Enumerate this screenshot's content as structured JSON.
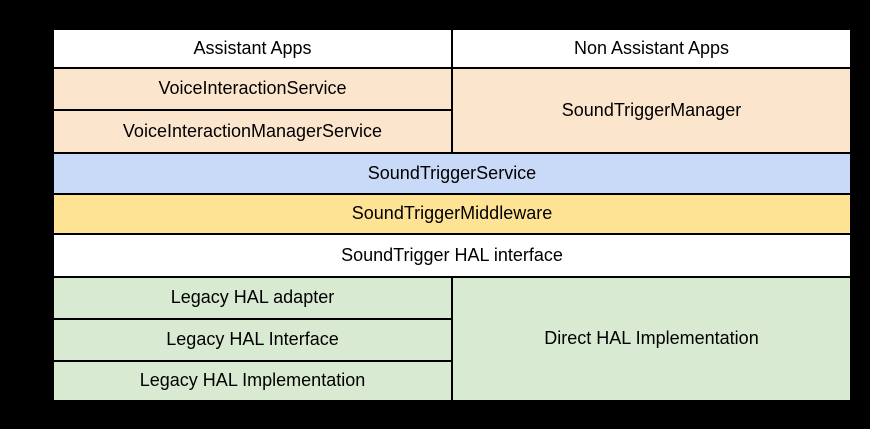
{
  "page": {
    "background": "#000000",
    "border_color": "#000000",
    "text_color": "#000000"
  },
  "diagram": {
    "cells": [
      {
        "id": "assistant-apps",
        "label": "Assistant Apps",
        "fill": "#FFFFFF"
      },
      {
        "id": "non-assistant-apps",
        "label": "Non Assistant Apps",
        "fill": "#FFFFFF"
      },
      {
        "id": "voice-interaction-service",
        "label": "VoiceInteractionService",
        "fill": "#FCE5CD"
      },
      {
        "id": "sound-trigger-manager",
        "label": "SoundTriggerManager",
        "fill": "#FCE5CD"
      },
      {
        "id": "voice-interaction-manager-service",
        "label": "VoiceInteractionManagerService",
        "fill": "#FCE5CD"
      },
      {
        "id": "sound-trigger-service",
        "label": "SoundTriggerService",
        "fill": "#C9DAF8"
      },
      {
        "id": "sound-trigger-middleware",
        "label": "SoundTriggerMiddleware",
        "fill": "#FFE394"
      },
      {
        "id": "sound-trigger-hal-interface",
        "label": "SoundTrigger HAL interface",
        "fill": "#FFFFFF"
      },
      {
        "id": "legacy-hal-adapter",
        "label": "Legacy HAL adapter",
        "fill": "#D9EAD3"
      },
      {
        "id": "direct-hal-implementation",
        "label": "Direct HAL Implementation",
        "fill": "#D9EAD3"
      },
      {
        "id": "legacy-hal-interface",
        "label": "Legacy HAL Interface",
        "fill": "#D9EAD3"
      },
      {
        "id": "legacy-hal-implementation",
        "label": "Legacy HAL Implementation",
        "fill": "#D9EAD3"
      }
    ]
  }
}
